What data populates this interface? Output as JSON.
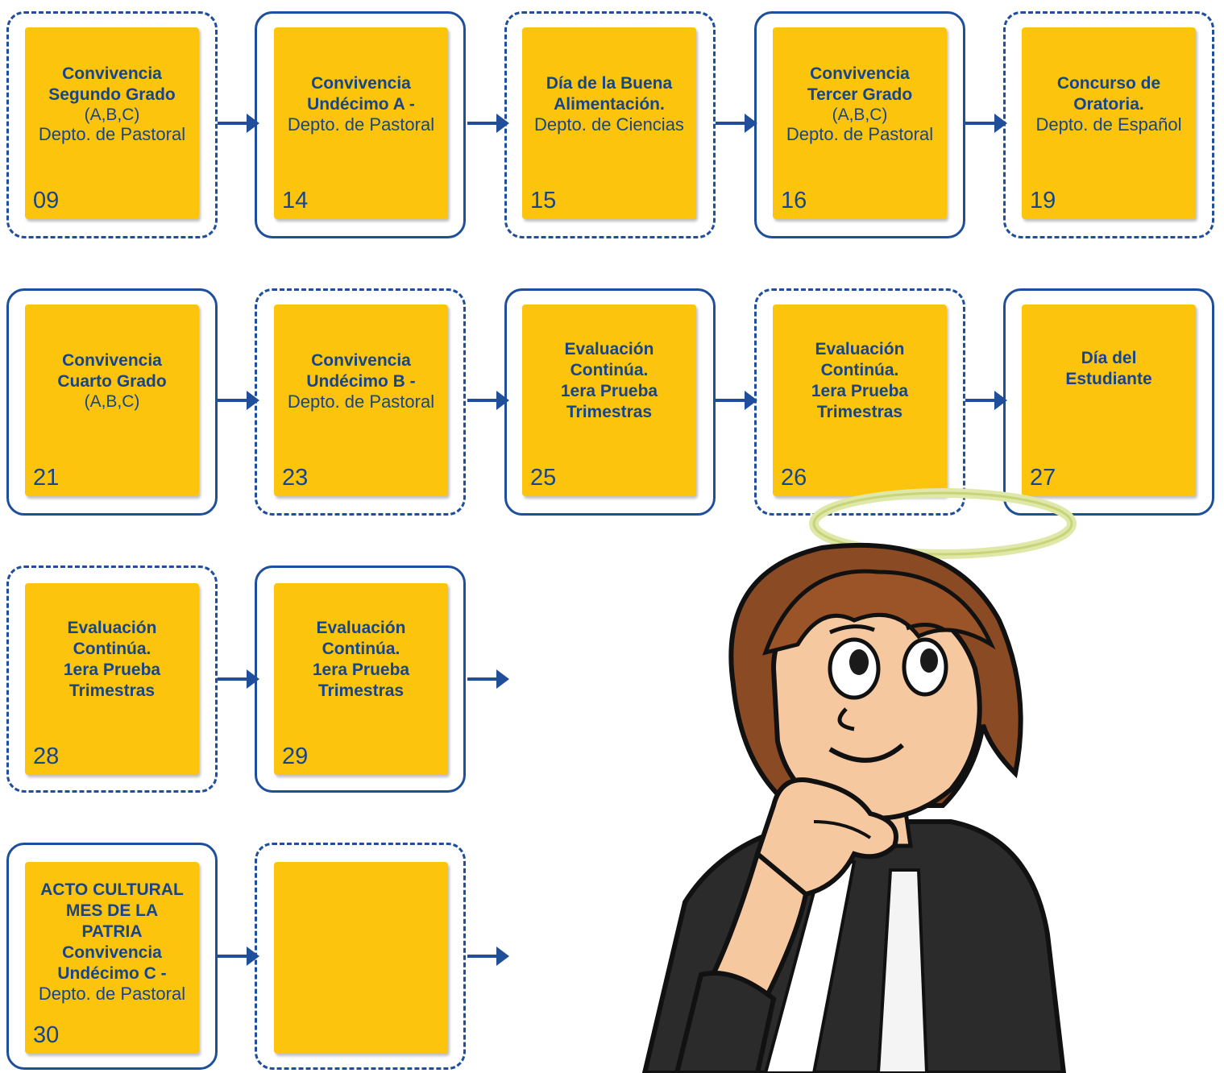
{
  "events": [
    {
      "day": "09",
      "title": [
        "Convivencia",
        "Segundo Grado"
      ],
      "sub": [
        "(A,B,C)",
        "Depto. de Pastoral"
      ]
    },
    {
      "day": "14",
      "title": [
        "Convivencia",
        "Undécimo A -"
      ],
      "sub": [
        "Depto. de Pastoral"
      ]
    },
    {
      "day": "15",
      "title": [
        "Día de la Buena",
        "Alimentación."
      ],
      "sub": [
        "Depto. de Ciencias"
      ]
    },
    {
      "day": "16",
      "title": [
        "Convivencia",
        "Tercer Grado"
      ],
      "sub": [
        "(A,B,C)",
        "Depto. de Pastoral"
      ]
    },
    {
      "day": "19",
      "title": [
        "Concurso de",
        "Oratoria."
      ],
      "sub": [
        "Depto. de Español"
      ]
    },
    {
      "day": "21",
      "title": [
        "Convivencia",
        "Cuarto Grado"
      ],
      "sub": [
        "(A,B,C)"
      ]
    },
    {
      "day": "23",
      "title": [
        "Convivencia",
        "Undécimo B -"
      ],
      "sub": [
        "Depto. de Pastoral"
      ]
    },
    {
      "day": "25",
      "title": [
        "Evaluación",
        "Continúa.",
        "1era Prueba",
        "Trimestras"
      ],
      "sub": []
    },
    {
      "day": "26",
      "title": [
        "Evaluación",
        "Continúa.",
        "1era Prueba",
        "Trimestras"
      ],
      "sub": []
    },
    {
      "day": "27",
      "title": [
        "Día del",
        "Estudiante"
      ],
      "sub": []
    },
    {
      "day": "28",
      "title": [
        "Evaluación",
        "Continúa.",
        "1era Prueba",
        "Trimestras"
      ],
      "sub": []
    },
    {
      "day": "29",
      "title": [
        "Evaluación",
        "Continúa.",
        "1era Prueba",
        "Trimestras"
      ],
      "sub": []
    },
    {
      "day": "30",
      "title": [
        "ACTO CULTURAL",
        "MES DE LA",
        "PATRIA",
        "Convivencia",
        "Undécimo C -"
      ],
      "sub": [
        "Depto. de Pastoral"
      ]
    },
    {
      "day": "",
      "title": [],
      "sub": []
    }
  ],
  "colors": {
    "card": "#fcc40c",
    "frame": "#1f4f9a",
    "text": "#16458c"
  }
}
